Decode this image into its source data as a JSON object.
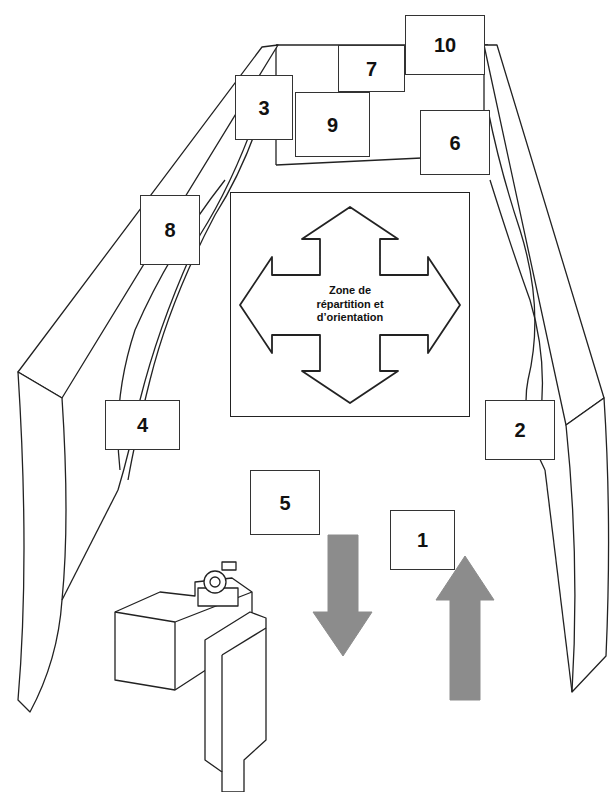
{
  "diagram": {
    "nodes": [
      {
        "text": [
          "10"
        ]
      },
      {
        "text": [
          "7"
        ]
      },
      {
        "text": [
          "3"
        ]
      },
      {
        "text": [
          "9"
        ]
      },
      {
        "text": [
          "6"
        ]
      },
      {
        "text": [
          "8"
        ]
      },
      {
        "text": [
          "Zone de répartition et d’orientation"
        ]
      },
      {
        "text": [
          "4"
        ]
      },
      {
        "text": [
          "2"
        ]
      },
      {
        "text": [
          "1"
        ]
      },
      {
        "text": [
          "5"
        ]
      }
    ]
  }
}
